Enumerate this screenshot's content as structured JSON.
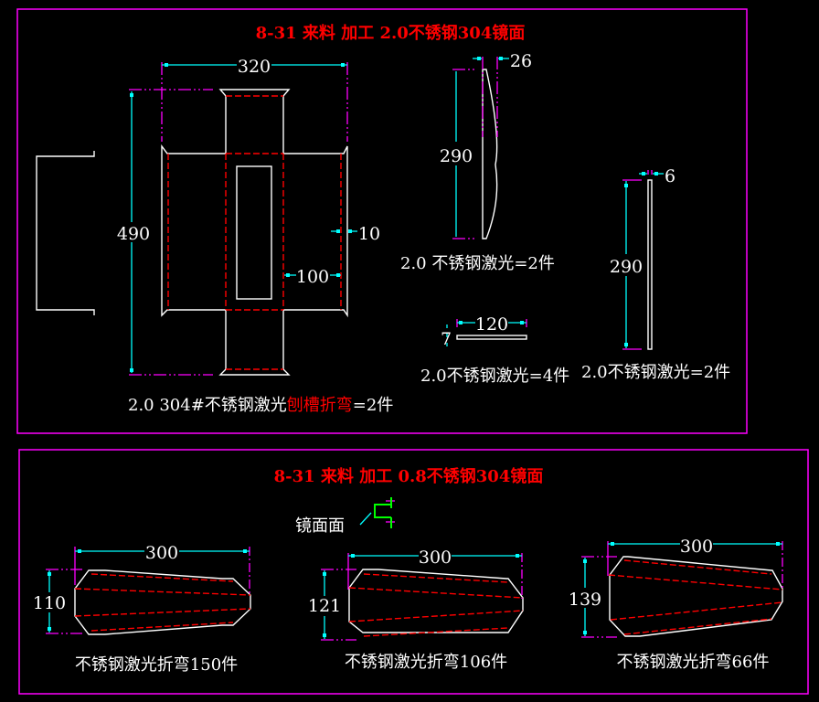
{
  "panel_top": {
    "title": "8-31 来料 加工 2.0不锈钢304镜面",
    "colors": {
      "title": "#ff0000",
      "frame": "#ff00ff",
      "outline": "#ffffff",
      "bend_line": "#ff0000",
      "dimension": "#00ffff"
    },
    "part_main": {
      "dim_width": "320",
      "dim_height": "490",
      "dim_flange": "10",
      "dim_slot_offset": "100",
      "label_prefix": "2.0  304#不锈钢激光",
      "label_highlight": "刨槽折弯",
      "label_suffix": "=2件"
    },
    "part_curved": {
      "dim_depth": "26",
      "dim_height": "290",
      "label": "2.0  不锈钢激光=2件"
    },
    "part_strip": {
      "dim_width": "120",
      "dim_height": "7",
      "label": "2.0不锈钢激光=4件"
    },
    "part_bar": {
      "dim_width": "6",
      "dim_height": "290",
      "label": "2.0不锈钢激光=2件"
    }
  },
  "panel_bottom": {
    "title": "8-31 来料 加工 0.8不锈钢304镜面",
    "mirror_note": "镜面面",
    "parts": [
      {
        "dim_width": "300",
        "dim_height": "110",
        "label": "不锈钢激光折弯150件"
      },
      {
        "dim_width": "300",
        "dim_height": "121",
        "label": "不锈钢激光折弯106件"
      },
      {
        "dim_width": "300",
        "dim_height": "139",
        "label": "不锈钢激光折弯66件"
      }
    ]
  }
}
